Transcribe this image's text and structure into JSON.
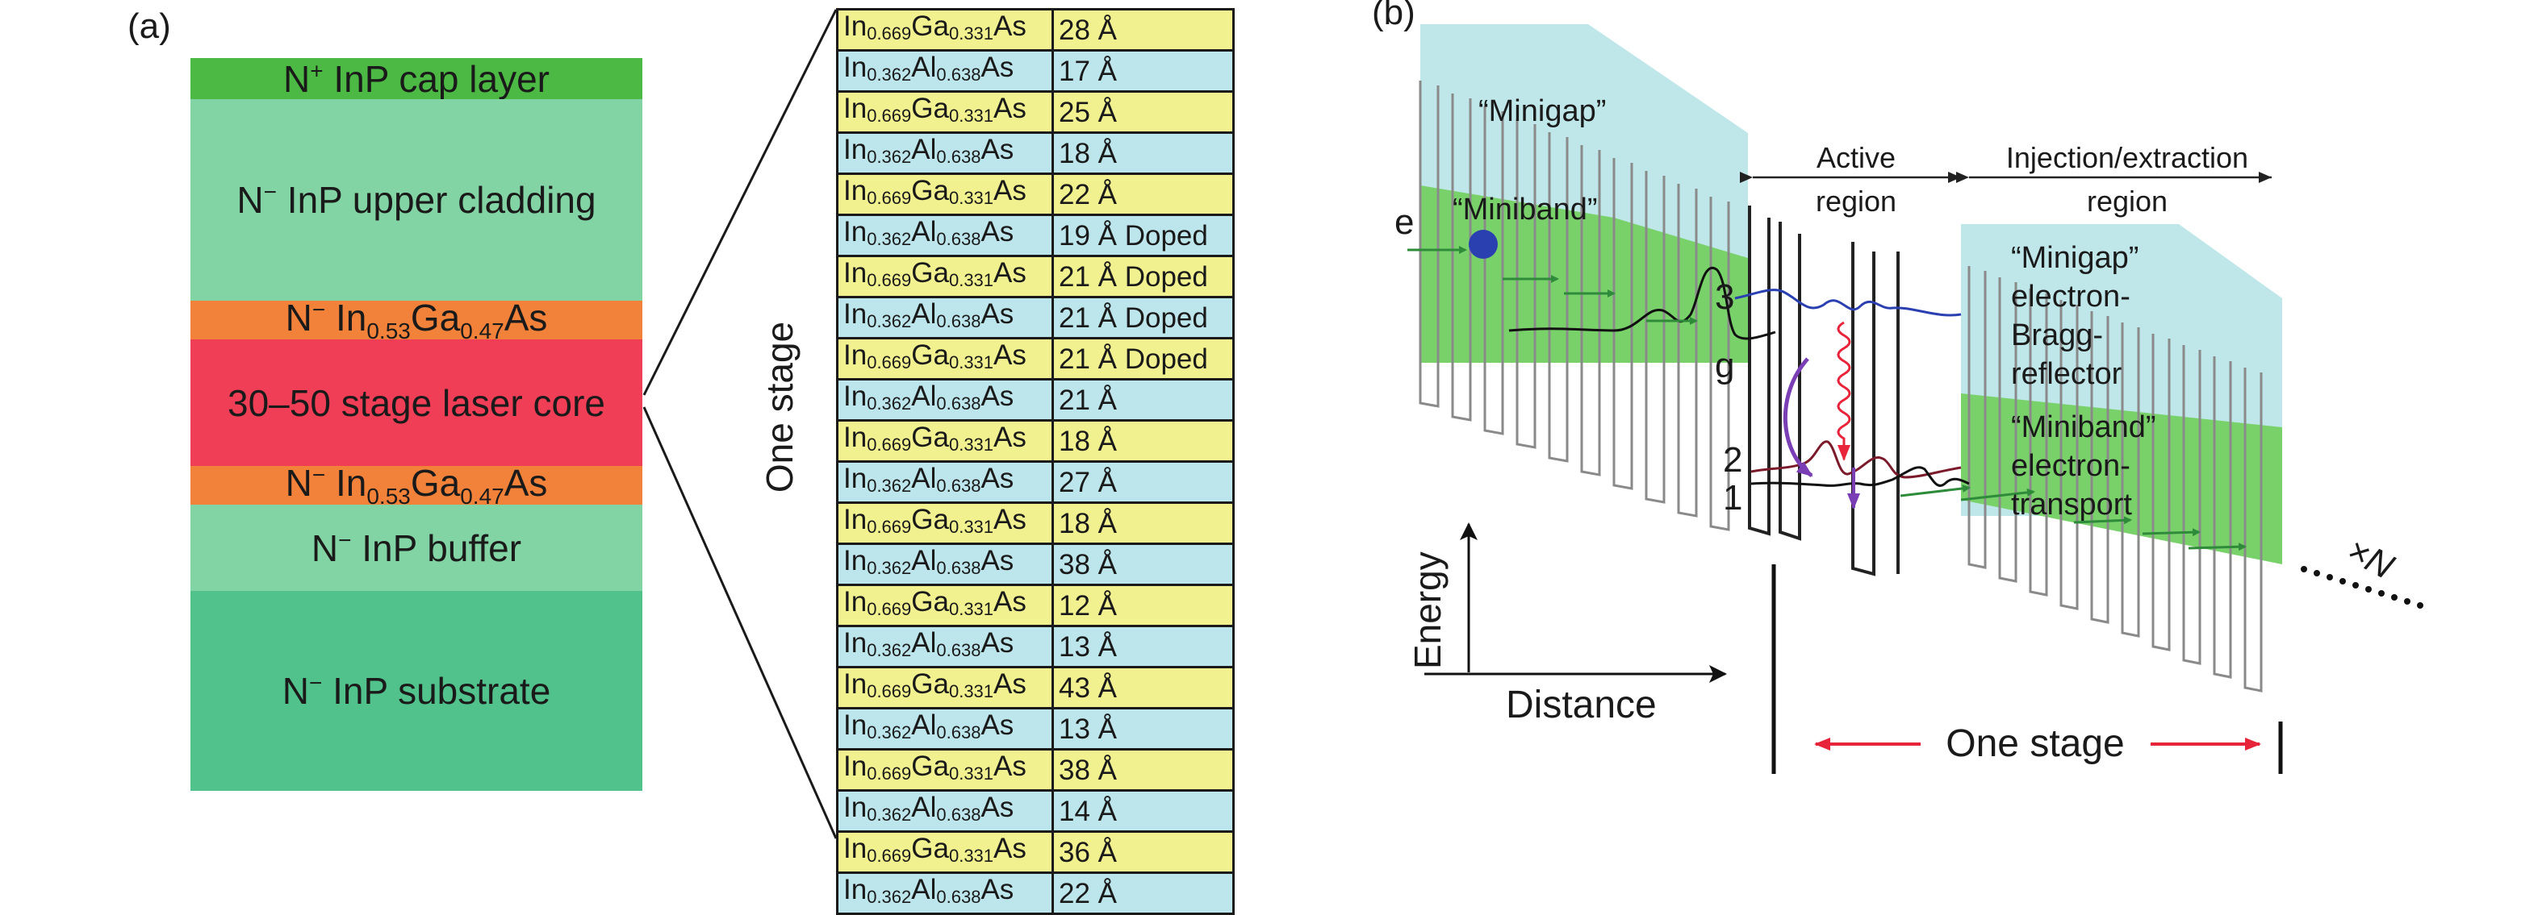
{
  "panel_a": {
    "label": "(a)",
    "layers": [
      {
        "id": "cap",
        "pre": "N",
        "sup": "+",
        "post": " InP cap layer",
        "color": "#4cb944"
      },
      {
        "id": "upper",
        "pre": "N",
        "sup": "−",
        "post": " InP upper cladding",
        "color": "#82d4a4"
      },
      {
        "id": "ingaas1",
        "pre": "N",
        "sup": "−",
        "mid": " In",
        "s1": "0.53",
        "m2": "Ga",
        "s2": "0.47",
        "m3": "As",
        "color": "#f2823a"
      },
      {
        "id": "core",
        "text": "30–50 stage laser core",
        "color": "#ef3e56"
      },
      {
        "id": "ingaas2",
        "pre": "N",
        "sup": "−",
        "mid": " In",
        "s1": "0.53",
        "m2": "Ga",
        "s2": "0.47",
        "m3": "As",
        "color": "#f2823a"
      },
      {
        "id": "buffer",
        "pre": "N",
        "sup": "−",
        "post": " InP buffer",
        "color": "#82d4a4"
      },
      {
        "id": "substrate",
        "pre": "N",
        "sup": "−",
        "post": " InP substrate",
        "color": "#52c28c"
      }
    ],
    "one_stage_label": "One stage",
    "table_rows": [
      {
        "type": "ga",
        "thickness": "28 Å"
      },
      {
        "type": "al",
        "thickness": "17 Å"
      },
      {
        "type": "ga",
        "thickness": "25 Å"
      },
      {
        "type": "al",
        "thickness": "18 Å"
      },
      {
        "type": "ga",
        "thickness": "22 Å"
      },
      {
        "type": "al",
        "thickness": "19 Å Doped"
      },
      {
        "type": "ga",
        "thickness": "21 Å Doped"
      },
      {
        "type": "al",
        "thickness": "21 Å Doped"
      },
      {
        "type": "ga",
        "thickness": "21 Å Doped"
      },
      {
        "type": "al",
        "thickness": "21 Å"
      },
      {
        "type": "ga",
        "thickness": "18 Å"
      },
      {
        "type": "al",
        "thickness": "27 Å"
      },
      {
        "type": "ga",
        "thickness": "18 Å"
      },
      {
        "type": "al",
        "thickness": "38 Å"
      },
      {
        "type": "ga",
        "thickness": "12 Å"
      },
      {
        "type": "al",
        "thickness": "13 Å"
      },
      {
        "type": "ga",
        "thickness": "43 Å"
      },
      {
        "type": "al",
        "thickness": "13 Å"
      },
      {
        "type": "ga",
        "thickness": "38 Å"
      },
      {
        "type": "al",
        "thickness": "14 Å"
      },
      {
        "type": "ga",
        "thickness": "36 Å"
      },
      {
        "type": "al",
        "thickness": "22 Å"
      }
    ],
    "materials": {
      "ga": {
        "e1": "In",
        "s1": "0.669",
        "e2": "Ga",
        "s2": "0.331",
        "e3": "As"
      },
      "al": {
        "e1": "In",
        "s1": "0.362",
        "e2": "Al",
        "s2": "0.638",
        "e3": "As"
      }
    }
  },
  "panel_b": {
    "label": "(b)",
    "minigap_left": "“Minigap”",
    "miniband_left": "“Miniband”",
    "electron_label": "e",
    "active_region": [
      "Active",
      "region"
    ],
    "injection_region": [
      "Injection/extraction",
      "region"
    ],
    "minigap_right": [
      "“Minigap”",
      "electron-",
      "Bragg-",
      "reflector"
    ],
    "miniband_right": [
      "“Miniband”",
      "electron-",
      "transport"
    ],
    "level_3": "3",
    "level_g": "g",
    "level_2": "2",
    "level_1": "1",
    "energy_label": "Energy",
    "distance_label": "Distance",
    "one_stage": "One stage",
    "repeat_label": "×N",
    "colors": {
      "minigap": "#bfe7ea",
      "miniband": "#79d16a",
      "electron": "#2a3fb0",
      "photon": "#e8243a",
      "transition": "#7b3fb5",
      "transport_arrow": "#2e8b3a"
    }
  }
}
